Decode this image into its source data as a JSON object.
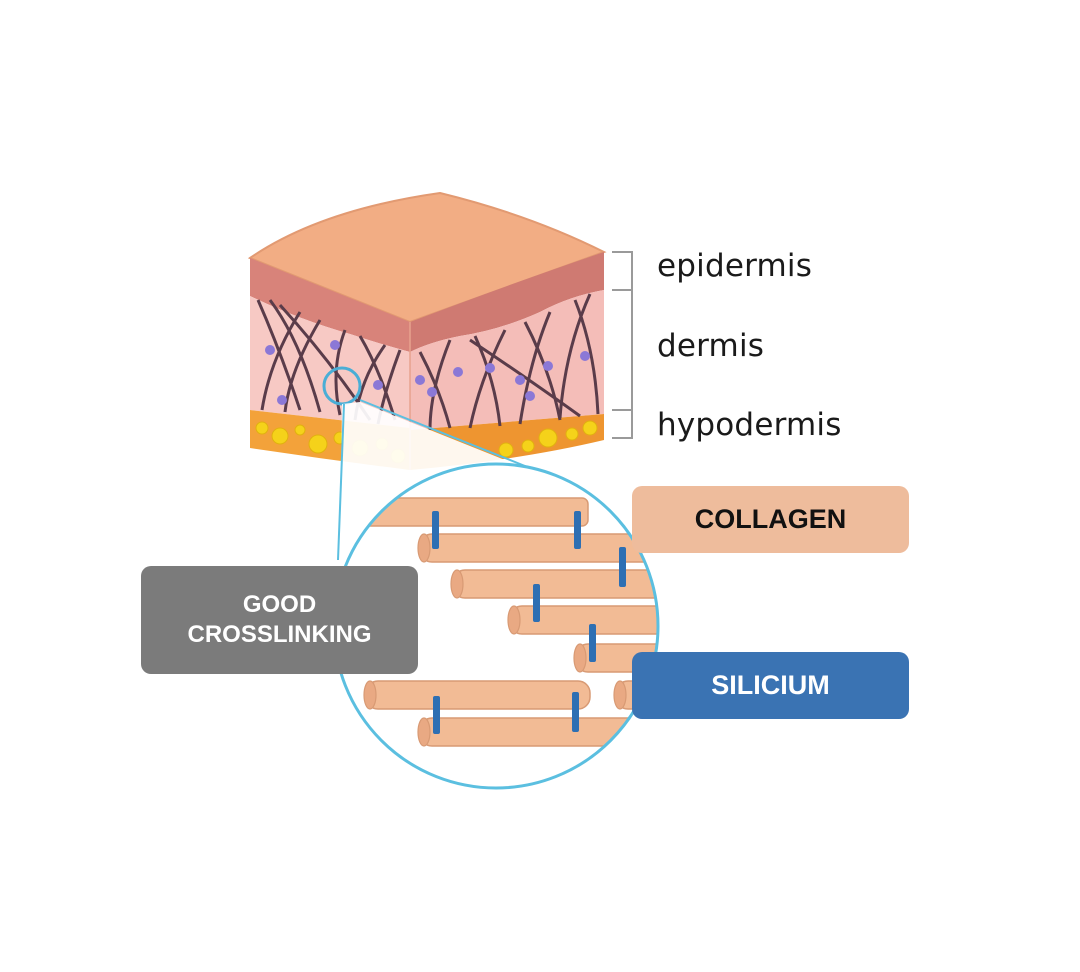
{
  "layers": {
    "epidermis": "epidermis",
    "dermis": "dermis",
    "hypodermis": "hypodermis"
  },
  "callouts": {
    "collagen": "COLLAGEN",
    "silicium": "SILICIUM",
    "good_line1": "GOOD",
    "good_line2": "CROSSLINKING"
  },
  "colors": {
    "skin_top": "#f2ad84",
    "epidermis": "#d8837a",
    "dermis": "#f7c9c4",
    "fiber": "#5a3c4a",
    "fat": "#f3a23a",
    "fat_cell": "#f5d21a",
    "collagen": "#eebc9c",
    "silicium": "#3a73b3",
    "good_crosslinking": "#7b7b7b",
    "zoom_ring": "#5bbfe0"
  },
  "icons": [
    "skin-block-illustration",
    "zoom-circle",
    "collagen-fiber",
    "crosslink-bond"
  ]
}
